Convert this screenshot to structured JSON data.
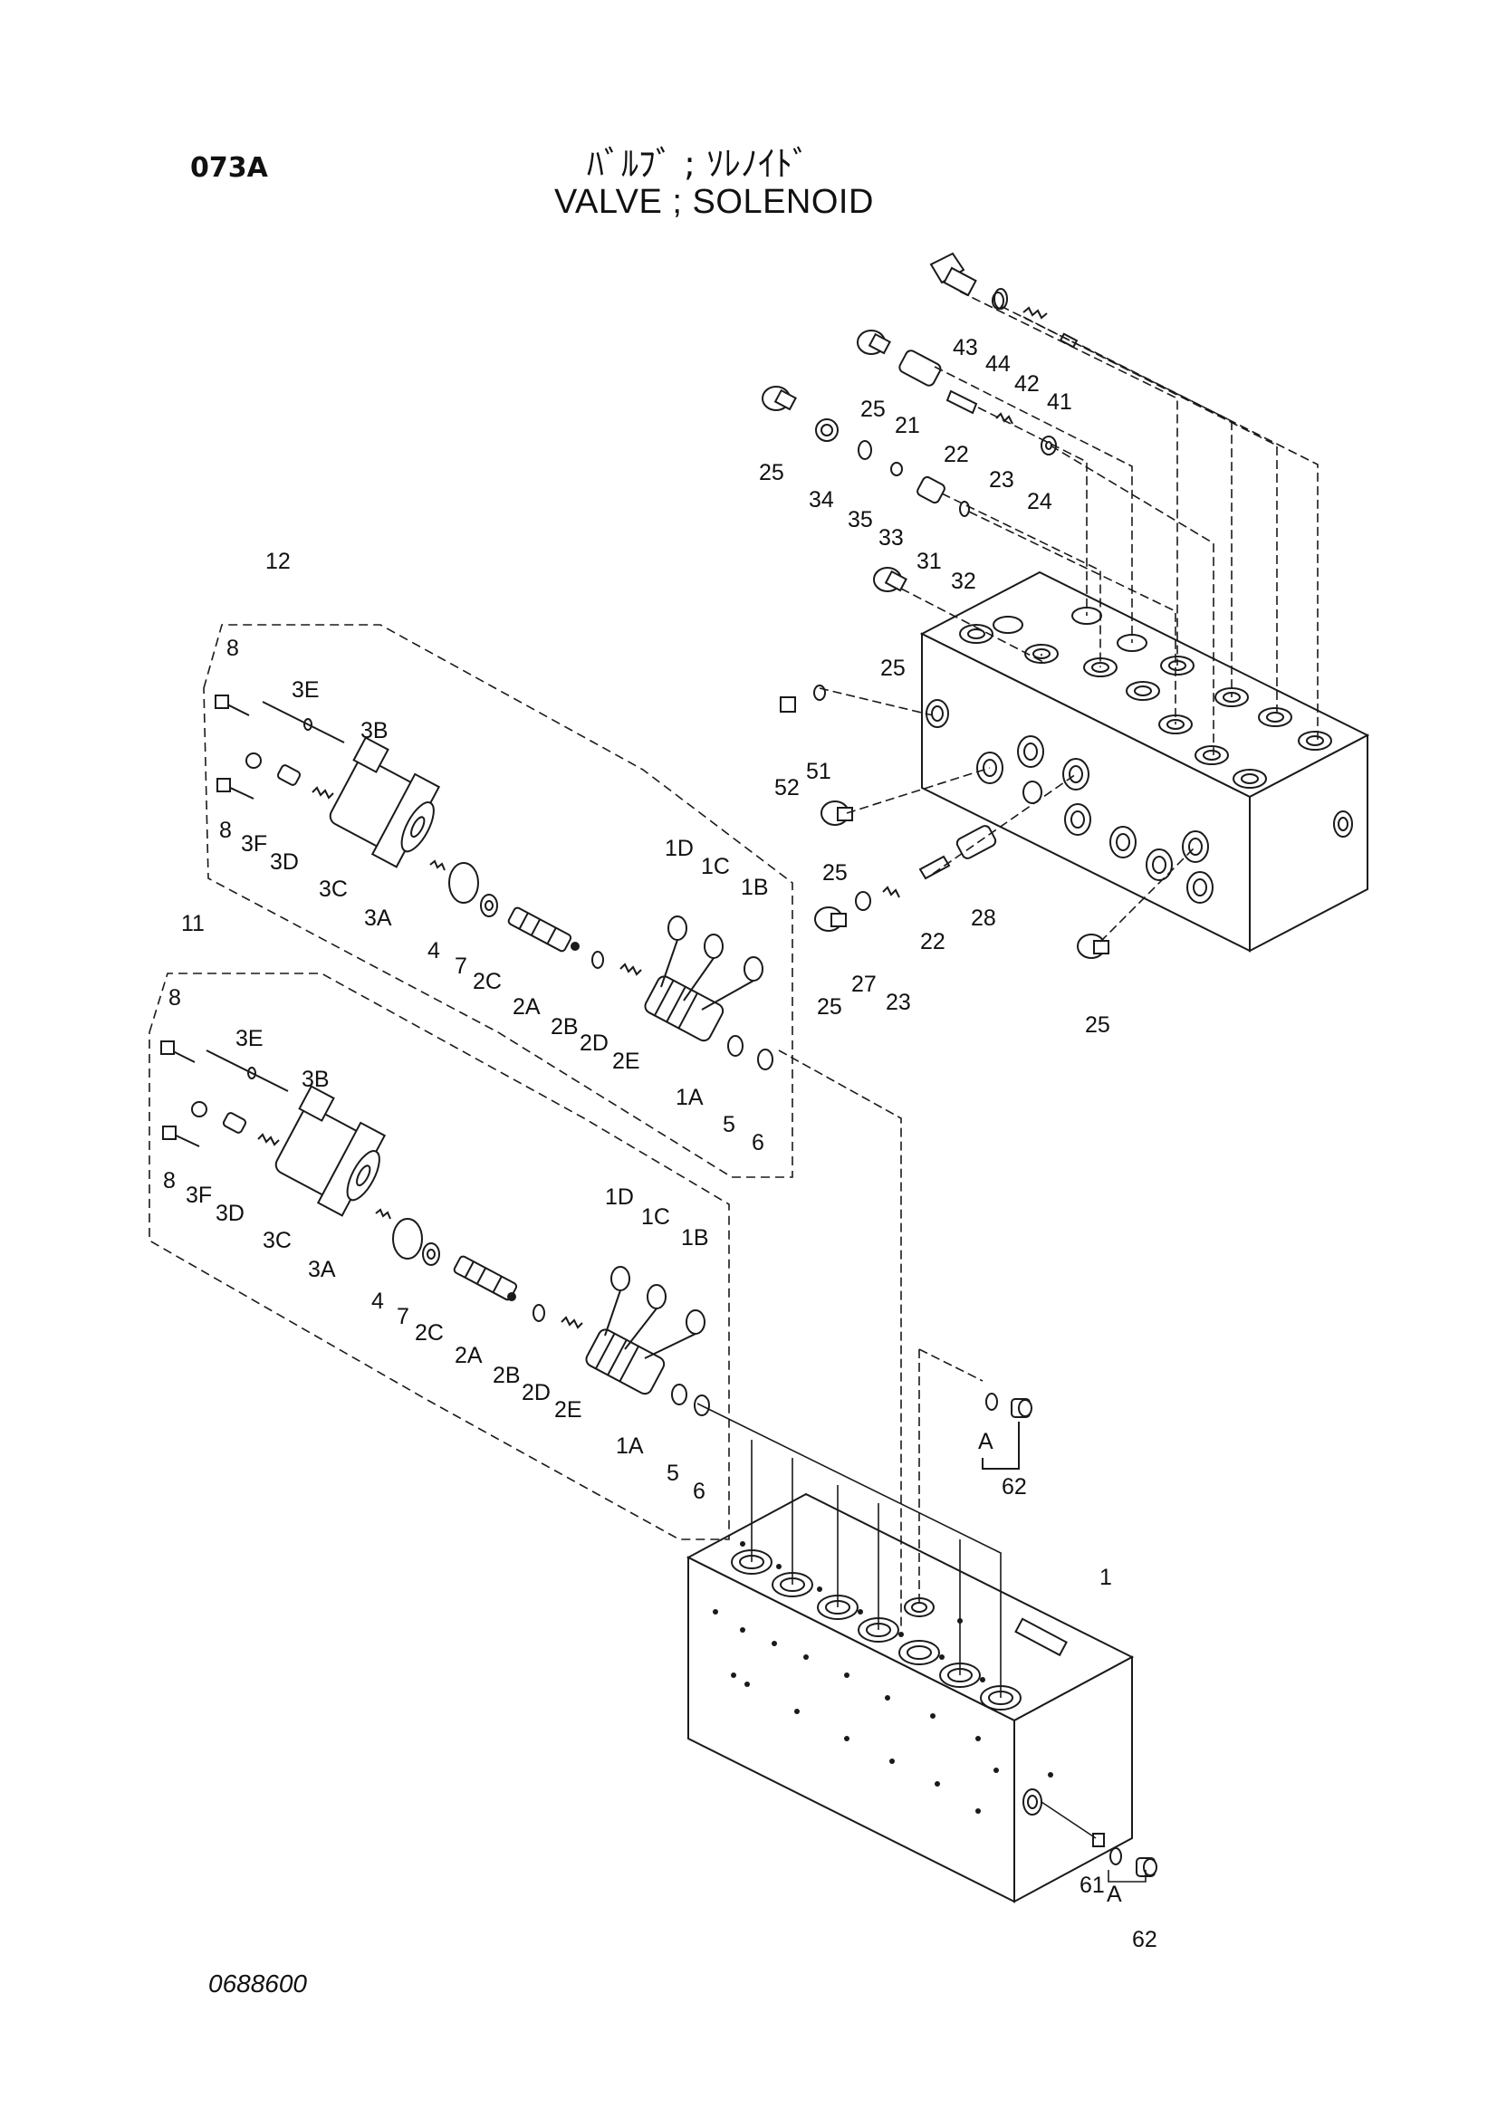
{
  "header": {
    "page_code": "073A",
    "title_ja": "ﾊﾞﾙﾌﾞ ; ｿﾚﾉｲﾄﾞ",
    "title_en": "VALVE ; SOLENOID"
  },
  "footer": {
    "reference": "0688600"
  },
  "callouts": [
    "43",
    "44",
    "42",
    "41",
    "25",
    "21",
    "22",
    "23",
    "24",
    "34",
    "35",
    "33",
    "31",
    "32",
    "52",
    "51",
    "28",
    "27",
    "12",
    "11",
    "8",
    "3E",
    "3B",
    "3F",
    "3D",
    "3C",
    "3A",
    "4",
    "7",
    "2C",
    "2A",
    "2B",
    "2D",
    "2E",
    "1D",
    "1C",
    "1B",
    "1A",
    "5",
    "6",
    "1",
    "A",
    "62",
    "61"
  ],
  "colors": {
    "ink": "#1a1a1a",
    "background": "#ffffff"
  }
}
